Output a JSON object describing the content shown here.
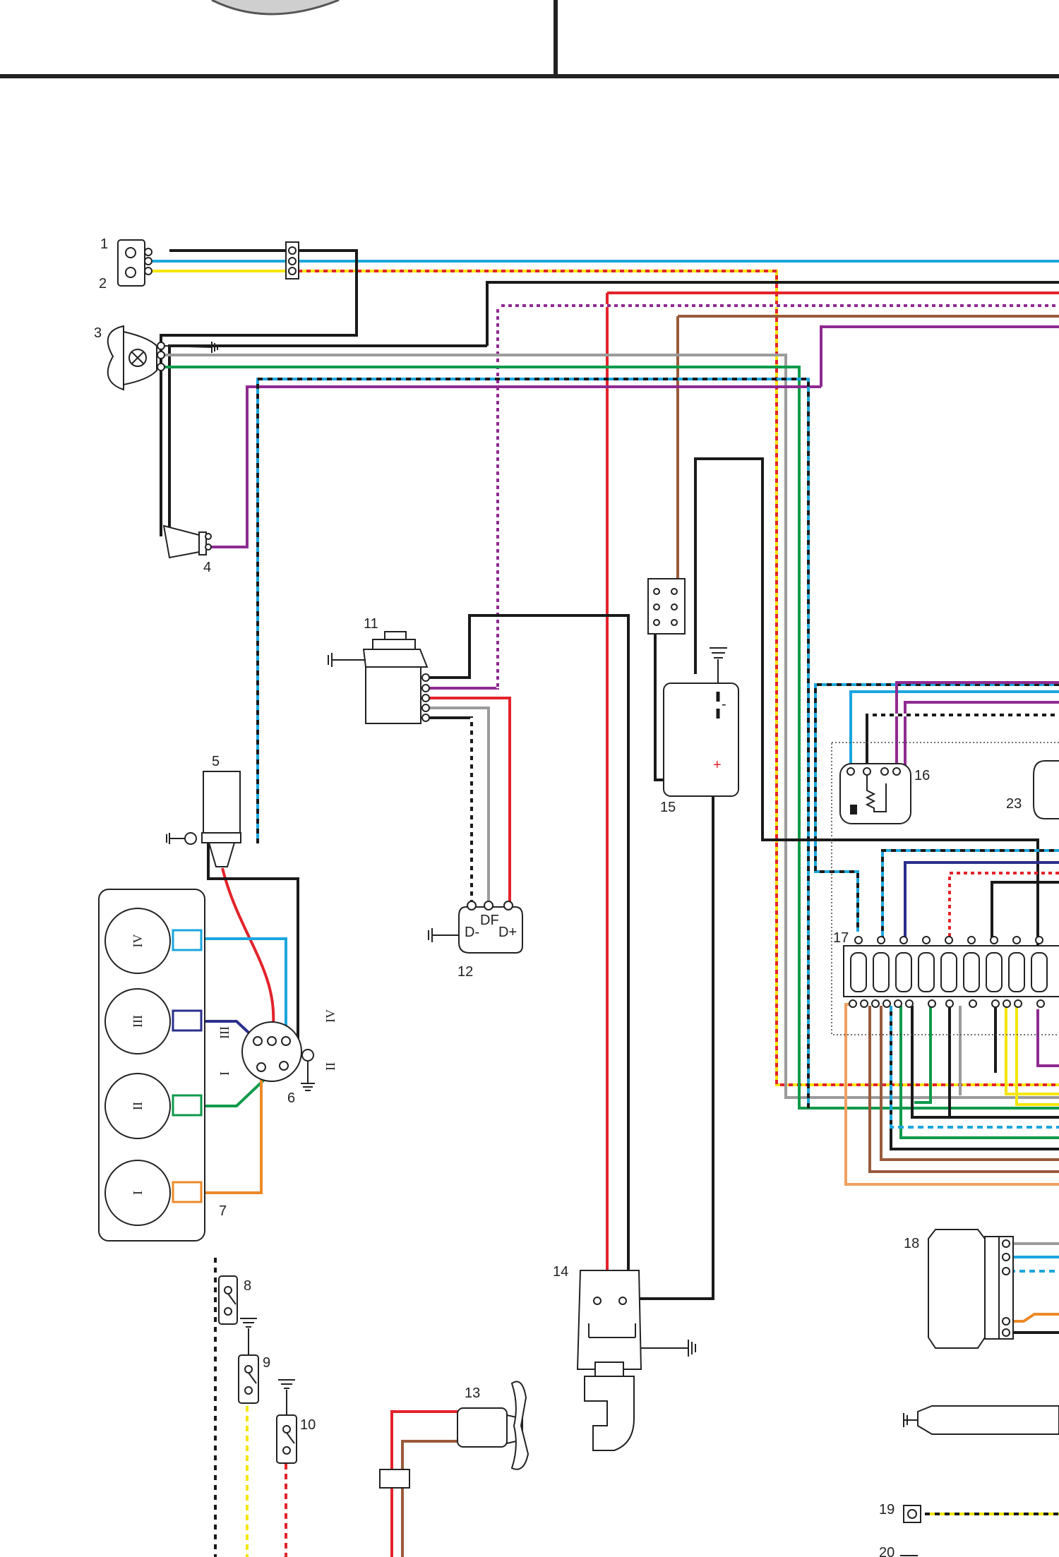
{
  "colors": {
    "black": "#1a1a1a",
    "blue": "#1ba6df",
    "yellow": "#f5e60a",
    "red": "#e3232b",
    "brown": "#9a5b3c",
    "violet": "#8f2a91",
    "grey": "#9b9b9b",
    "green": "#0f9a4a",
    "darkblue": "#2b2f8c",
    "orange": "#ec8a2a",
    "lightorange": "#f0a060"
  },
  "labels": {
    "c1": "1",
    "c2": "2",
    "c3": "3",
    "c4": "4",
    "c5": "5",
    "c6": "6",
    "c7": "7",
    "c8": "8",
    "c9": "9",
    "c10": "10",
    "c11": "11",
    "c12": "12",
    "c13": "13",
    "c14": "14",
    "c15": "15",
    "c16": "16",
    "c17": "17",
    "c18": "18",
    "c19": "19",
    "c20": "20",
    "c23": "23"
  },
  "generator_terminals": {
    "df": "DF",
    "d_minus": "D-",
    "d_plus": "D+"
  },
  "battery": {
    "minus": "-",
    "plus": "+"
  },
  "cylinders": {
    "c1": "I",
    "c2": "II",
    "c3": "III",
    "c4": "IV"
  },
  "distributor_marks": {
    "m3": "III",
    "m1": "I",
    "m4": "IV",
    "m2": "II"
  }
}
